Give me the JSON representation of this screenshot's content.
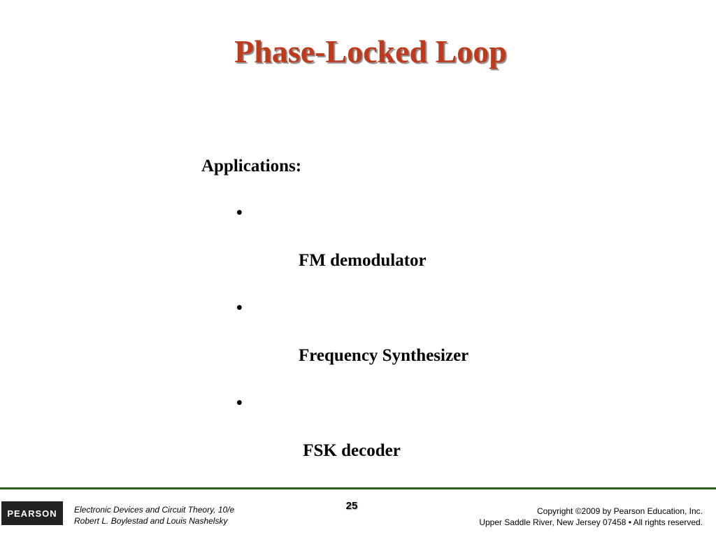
{
  "slide": {
    "title": "Phase-Locked Loop",
    "heading": "Applications:",
    "bullets": [
      "FM demodulator",
      "Frequency Synthesizer",
      " FSK decoder"
    ],
    "bullet_symbol": "•"
  },
  "footer": {
    "logo_text": "PEARSON",
    "book_line1": "Electronic Devices and Circuit Theory, 10/e",
    "book_line2": "Robert L. Boylestad and Louis Nashelsky",
    "page_number": "25",
    "copyright_line1": "Copyright ©2009 by Pearson Education, Inc.",
    "copyright_line2": "Upper Saddle River, New Jersey 07458 • All rights reserved."
  },
  "colors": {
    "title": "#c0391b",
    "rule": "#2f5e1b",
    "logo_bg": "#222222"
  }
}
